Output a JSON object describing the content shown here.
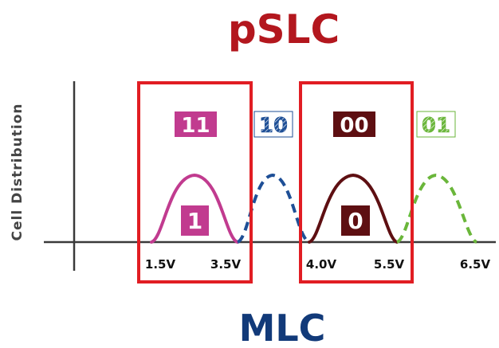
{
  "title": "pSLC",
  "footer": "MLC",
  "ylabel": "Cell Distribution",
  "colors": {
    "title": "#b3171e",
    "footer": "#123a79",
    "highlight": "#e11d23",
    "axis": "#3a3a3a",
    "state_11": "#c13b8f",
    "state_10": "#1e4f96",
    "state_00": "#5e0f12",
    "state_01": "#6ab63a"
  },
  "voltage_ticks": [
    "1.5V",
    "3.5V",
    "4.0V",
    "5.5V",
    "6.5V"
  ],
  "mlc_states": [
    {
      "label": "11",
      "style": "solid",
      "color_key": "state_11"
    },
    {
      "label": "10",
      "style": "dashed",
      "color_key": "state_10"
    },
    {
      "label": "00",
      "style": "solid",
      "color_key": "state_00"
    },
    {
      "label": "01",
      "style": "dashed",
      "color_key": "state_01"
    }
  ],
  "pslc_states": [
    {
      "label": "1",
      "color_key": "state_11"
    },
    {
      "label": "0",
      "color_key": "state_00"
    }
  ]
}
